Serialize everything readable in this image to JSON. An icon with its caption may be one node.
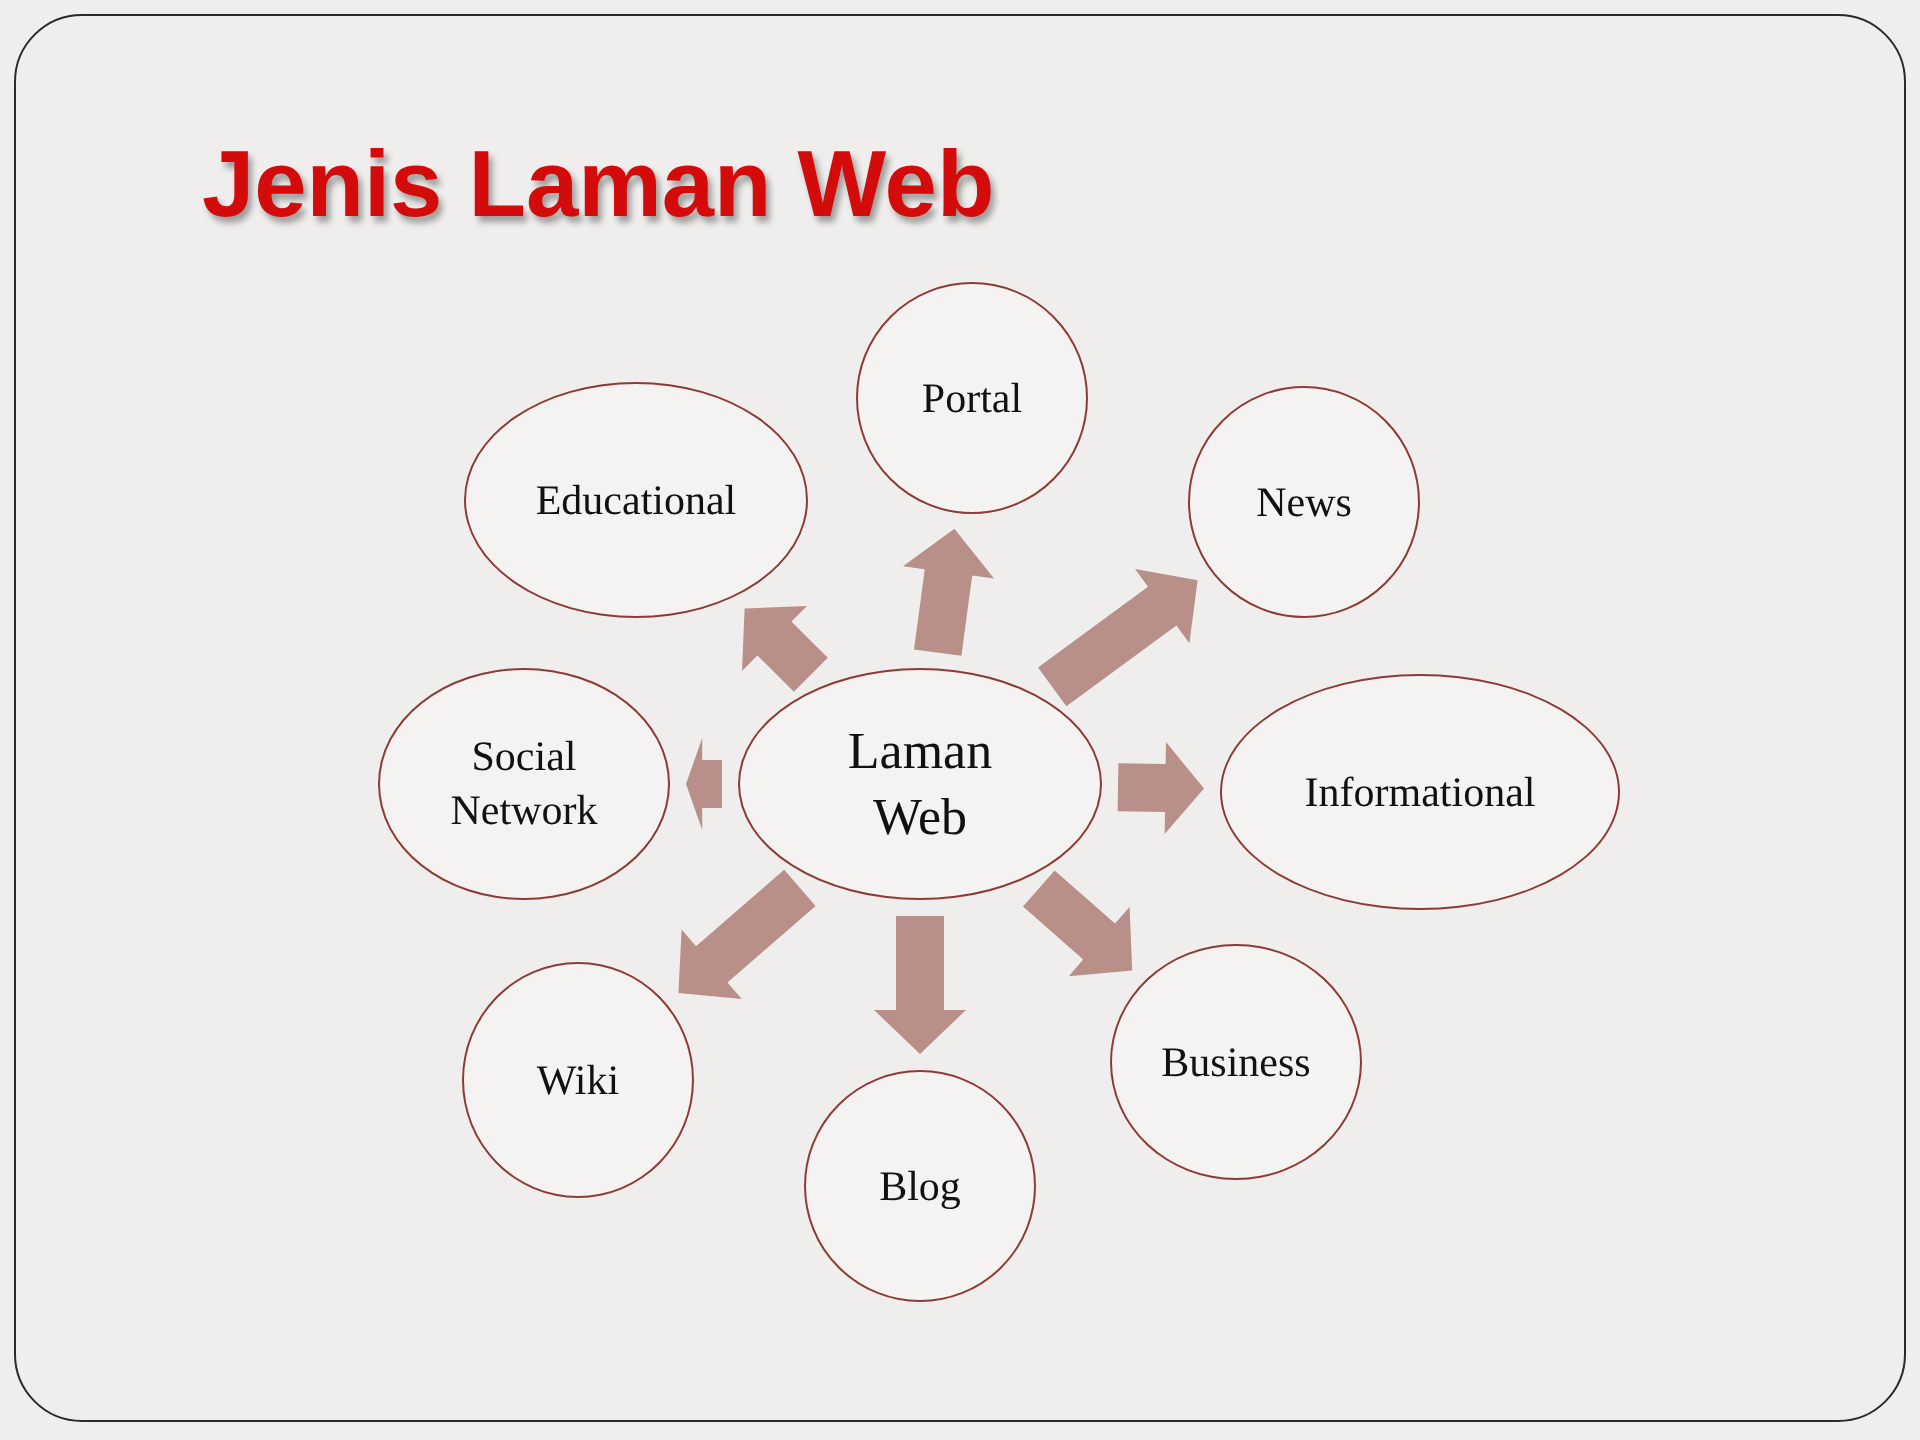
{
  "diagram": {
    "title": "Jenis Laman Web",
    "nodes": [
      {
        "text": [
          "Laman Web"
        ]
      },
      {
        "text": [
          "Portal"
        ]
      },
      {
        "text": [
          "News"
        ]
      },
      {
        "text": [
          "Informational"
        ]
      },
      {
        "text": [
          "Business"
        ]
      },
      {
        "text": [
          "Blog"
        ]
      },
      {
        "text": [
          "Wiki"
        ]
      },
      {
        "text": [
          "Social Network"
        ]
      },
      {
        "text": [
          "Educational"
        ]
      }
    ],
    "edges": [
      {
        "from": 0,
        "to": 1,
        "arrow": "to",
        "style": "thick"
      },
      {
        "from": 0,
        "to": 2,
        "arrow": "to",
        "style": "thick"
      },
      {
        "from": 0,
        "to": 3,
        "arrow": "to",
        "style": "thick"
      },
      {
        "from": 0,
        "to": 4,
        "arrow": "to",
        "style": "thick"
      },
      {
        "from": 0,
        "to": 5,
        "arrow": "to",
        "style": "thick"
      },
      {
        "from": 0,
        "to": 6,
        "arrow": "to",
        "style": "thick"
      },
      {
        "from": 0,
        "to": 7,
        "arrow": "to",
        "style": "thick"
      },
      {
        "from": 0,
        "to": 8,
        "arrow": "to",
        "style": "thick"
      }
    ]
  }
}
